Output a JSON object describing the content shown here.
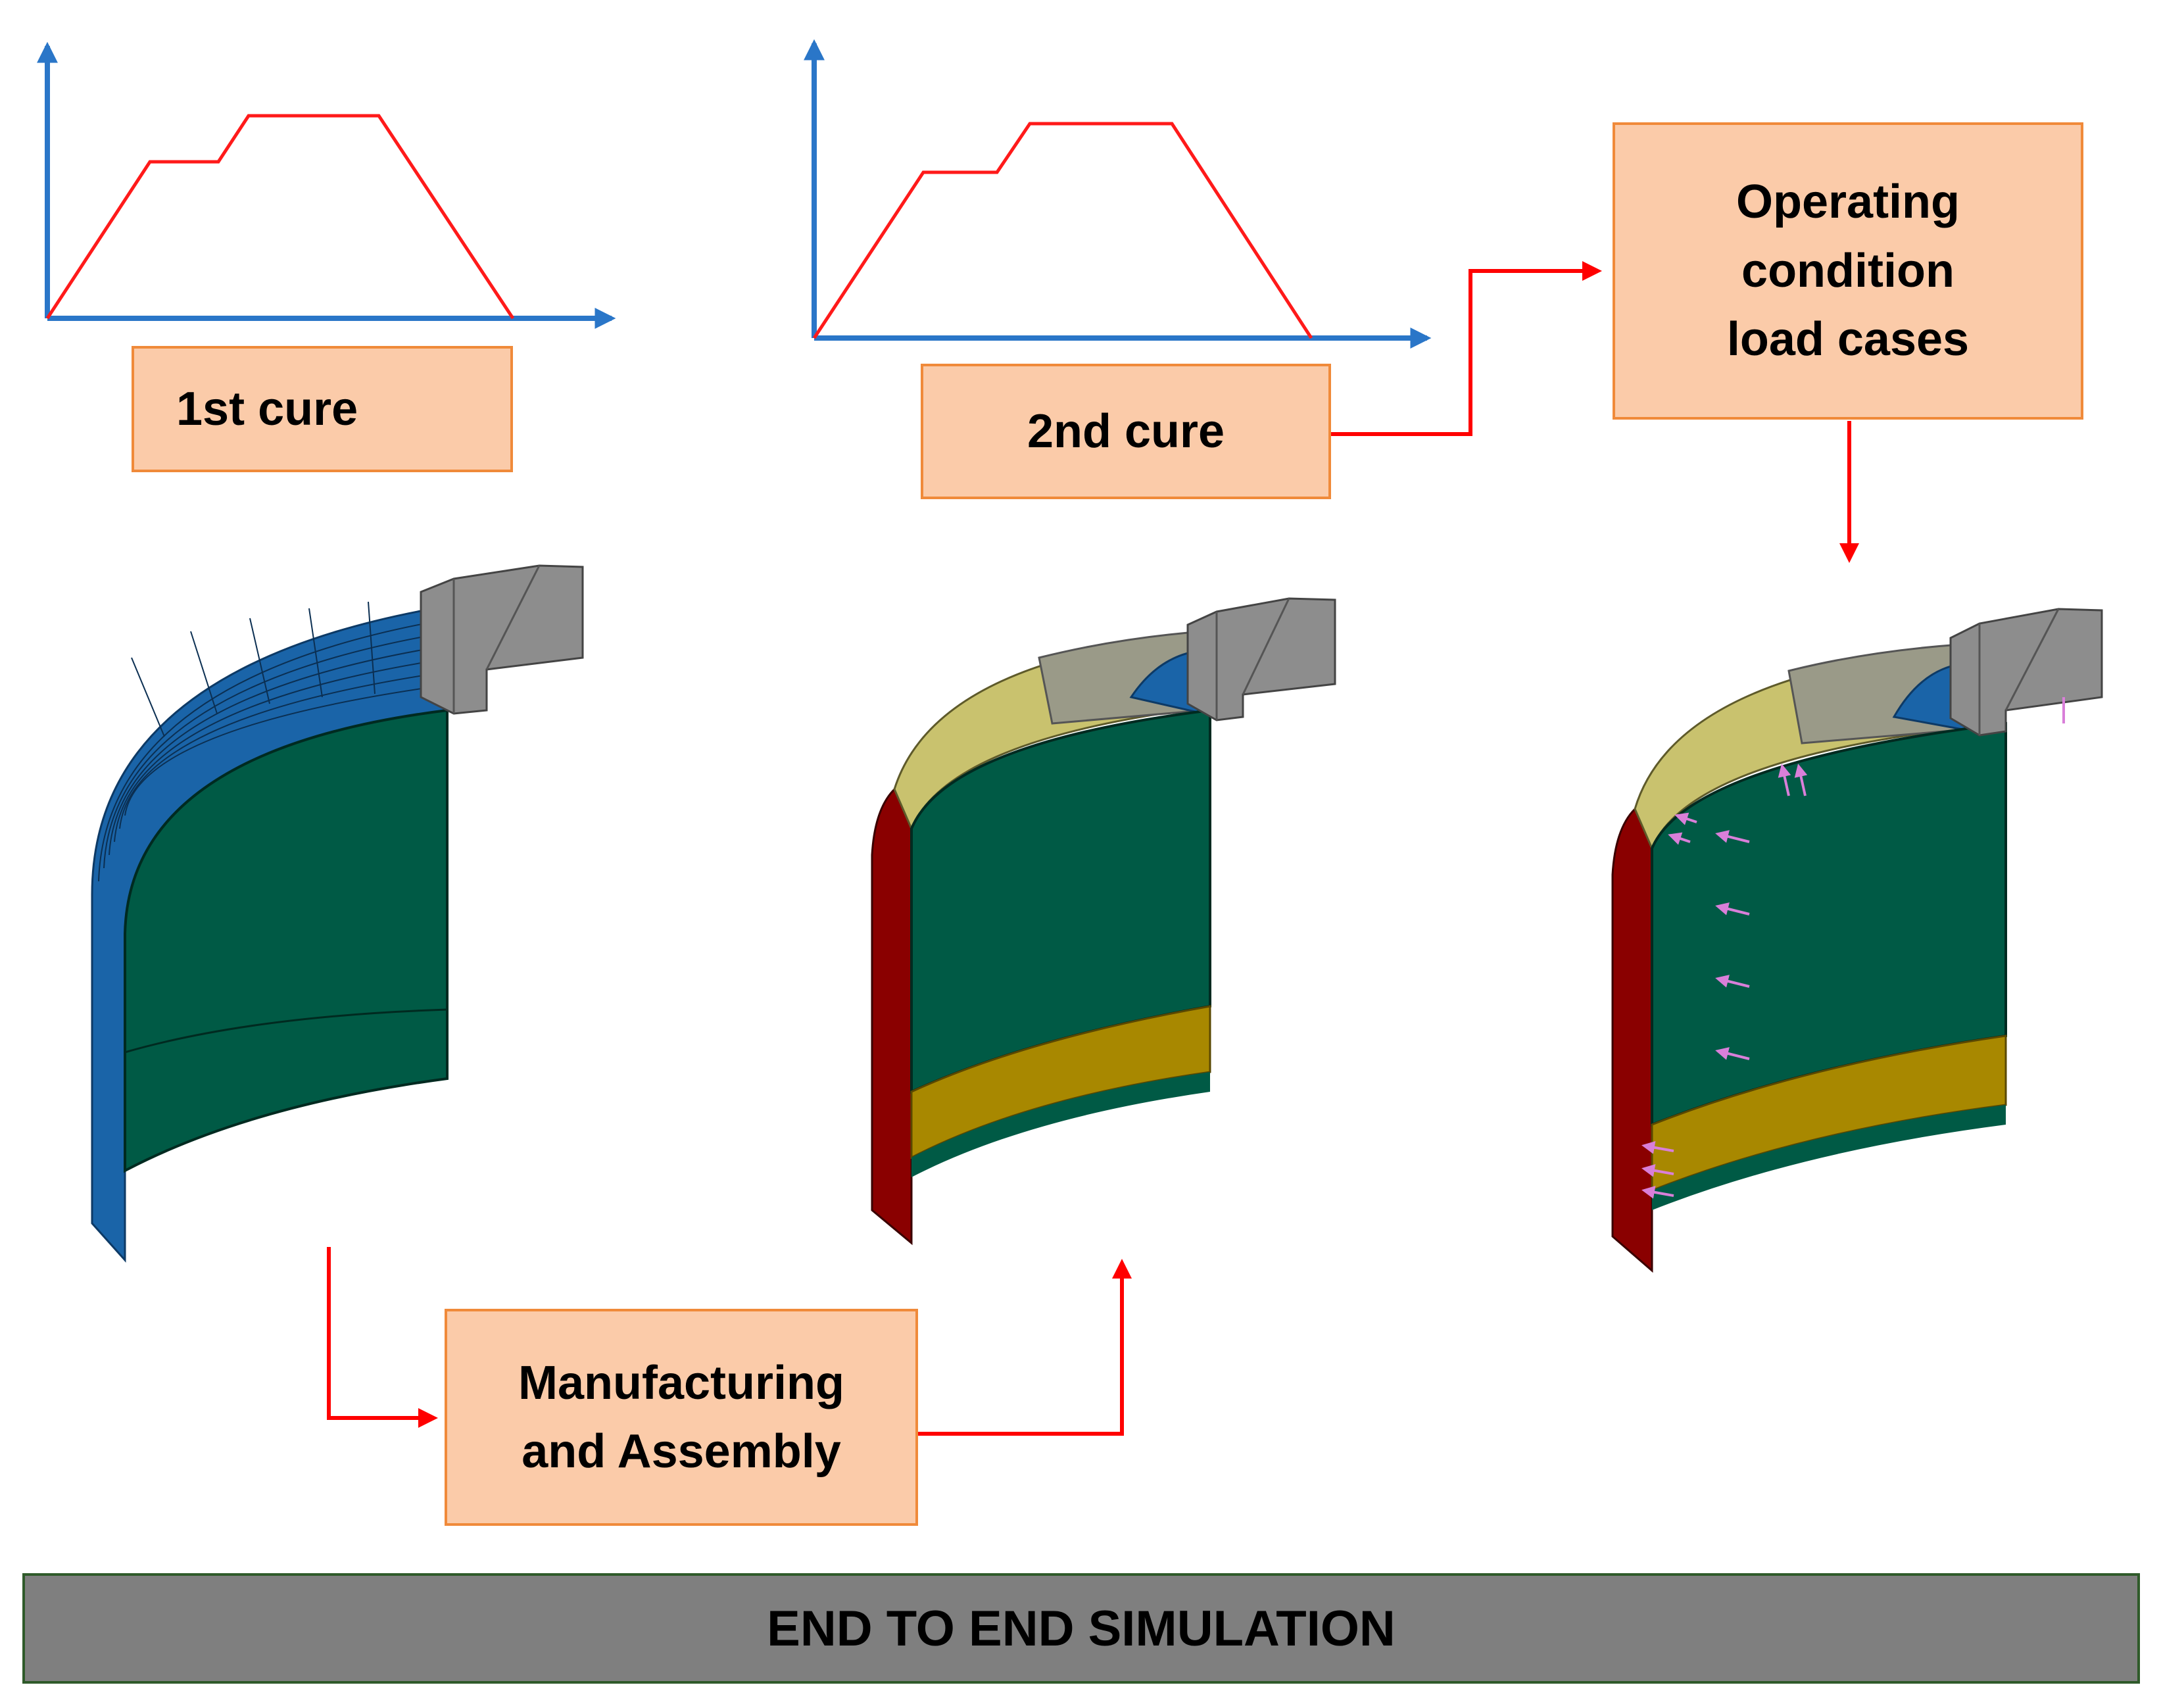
{
  "boxes": {
    "first_cure": "1st cure",
    "second_cure": "2nd cure",
    "operating": [
      "Operating",
      "condition",
      "load cases"
    ],
    "manufacturing": [
      "Manufacturing",
      "and Assembly"
    ]
  },
  "banner": "END TO END SIMULATION",
  "colors": {
    "axis": "#2a76c8",
    "cure_profile": "#ff1a1a",
    "flow_arrow": "#ff0000",
    "box_fill": "#fbcba9",
    "box_border": "#f08a3a",
    "liner_green": "#005a45",
    "layer_blue": "#1a64a8",
    "layer_olive": "#c9c26e",
    "layer_gray": "#9a9a88",
    "band_gold": "#a88800",
    "edge_red": "#8a0000",
    "flange_gray": "#8d8d8d",
    "load_arrow": "#d97fd9",
    "banner_fill": "#7f7f7f"
  }
}
